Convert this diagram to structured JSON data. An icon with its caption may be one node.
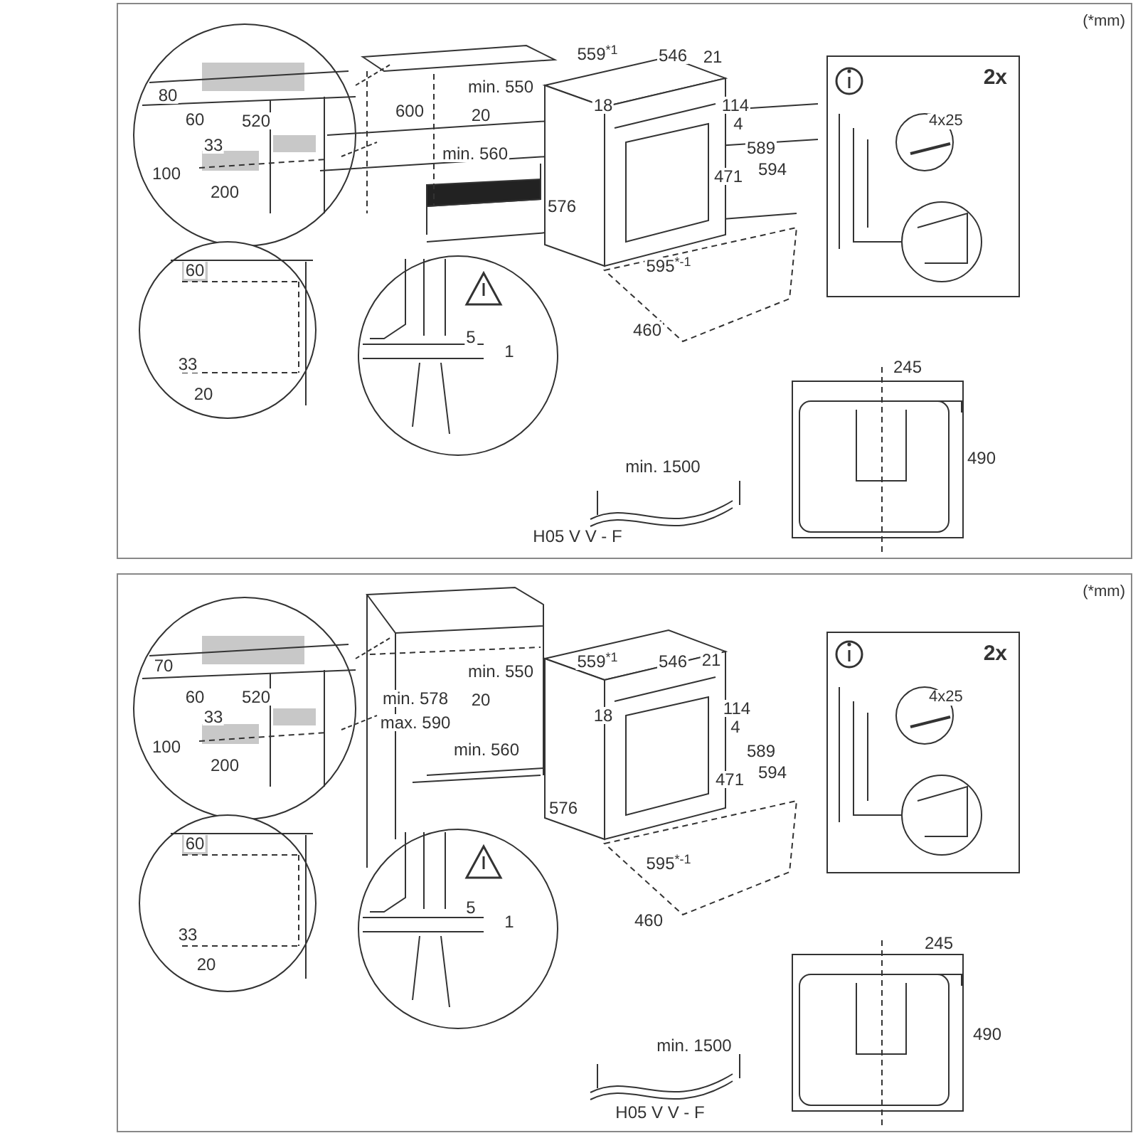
{
  "diagram": {
    "nodes": [
      {
        "text": [
          "(*mm)"
        ]
      },
      {
        "text": [
          "2x",
          "4x25"
        ],
        "in": 0
      },
      {
        "text": [
          "(*mm)"
        ]
      },
      {
        "text": [
          "2x",
          "4x25"
        ],
        "in": 2
      }
    ],
    "labels": [
      "80",
      "60",
      "520",
      "33",
      "100",
      "200",
      "600",
      "min. 550",
      "20",
      "min. 560",
      "559$^{*1}$",
      "546",
      "21",
      "18",
      "114",
      "4",
      "589",
      "594",
      "576",
      "471",
      "595$^{*-1}$",
      "460",
      "60",
      "33",
      "20",
      "5",
      "1",
      "245",
      "490",
      "min. 1500",
      "H05 V V - F",
      "70",
      "60",
      "520",
      "33",
      "100",
      "200",
      "min. 578",
      "max. 590",
      "min. 550",
      "20",
      "min. 560",
      "559$^{*1}$",
      "546",
      "21",
      "18",
      "114",
      "4",
      "589",
      "594",
      "576",
      "471",
      "595$^{*-1}$",
      "460",
      "60",
      "33",
      "20",
      "5",
      "1",
      "245",
      "490",
      "min. 1500",
      "H05 V V - F"
    ]
  }
}
